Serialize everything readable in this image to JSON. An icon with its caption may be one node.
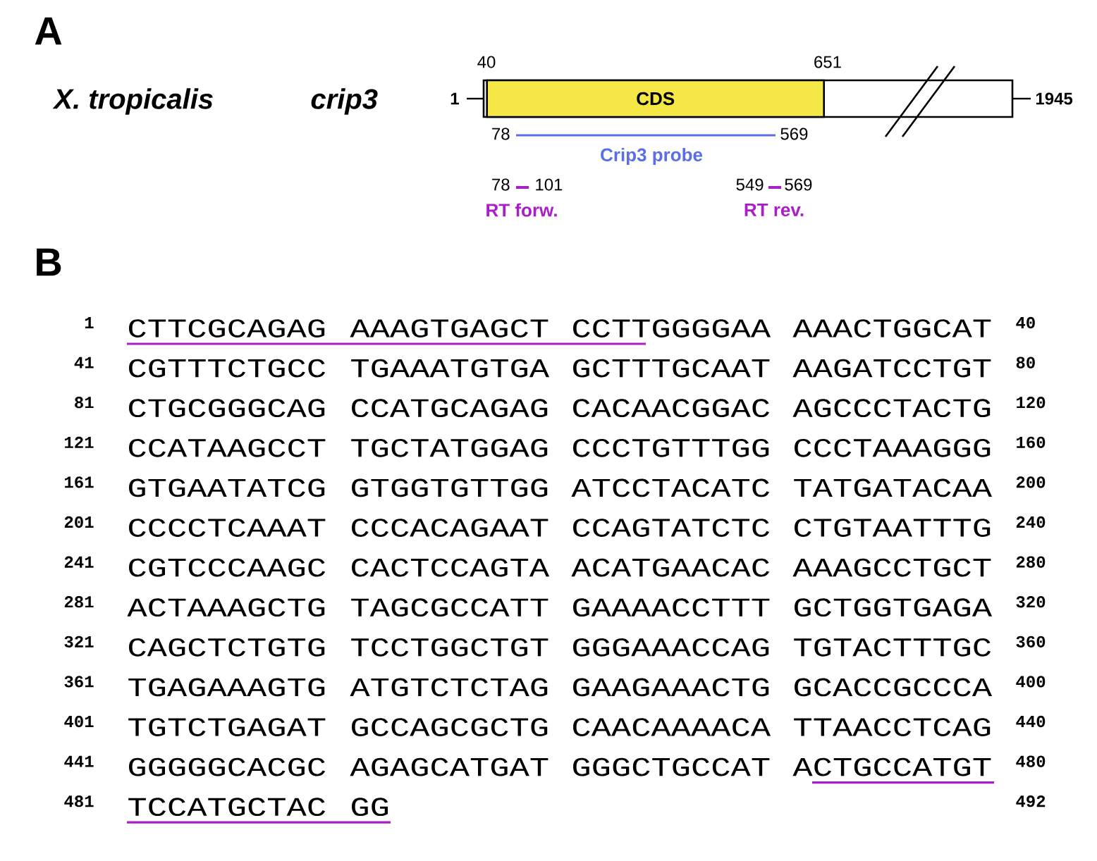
{
  "diagram": {
    "nodes": [
      {
        "text": [],
        "shape": "box"
      },
      {
        "text": [
          "CDS"
        ],
        "in": 0
      }
    ],
    "labels": [
      "A",
      "X. tropicalis",
      "crip3",
      "1",
      "40",
      "651",
      "1945",
      "78",
      "569",
      "Crip3 probe",
      "78",
      "101",
      "549",
      "569",
      "RT forw.",
      "RT rev.",
      "B",
      "1",
      "CTTCGCAGAG",
      "AAAGTGAGCT",
      "CCTTGGGGAA",
      "AAACTGGCAT",
      "40",
      "41",
      "CGTTTCTGCC",
      "TGAAATGTGA",
      "GCTTTGCAAT",
      "AAGATCCTGT",
      "80",
      "81",
      "CTGCGGGCAG",
      "CCATGCAGAG",
      "CACAACGGAC",
      "AGCCCTACTG",
      "120",
      "121",
      "CCATAAGCCT",
      "TGCTATGGAG",
      "CCCTGTTTGG",
      "CCCTAAAGGG",
      "160",
      "161",
      "GTGAATATCG",
      "GTGGTGTTGG",
      "ATCCTACATC",
      "TATGATACAA",
      "200",
      "201",
      "CCCCTCAAAT",
      "CCCACAGAAT",
      "CCAGTATCTC",
      "CTGTAATTTG",
      "240",
      "241",
      "CGTCCCAAGC",
      "CACTCCAGTA",
      "ACATGAACAC",
      "AAAGCCTGCT",
      "280",
      "281",
      "ACTAAAGCTG",
      "TAGCGCCATT",
      "GAAAACCTTT",
      "GCTGGTGAGA",
      "320",
      "321",
      "CAGCTCTGTG",
      "TCCTGGCTGT",
      "GGGAAACCAG",
      "TGTACTTTGC",
      "360",
      "361",
      "TGAGAAAGTG",
      "ATGTCTCTAG",
      "GAAGAAACTG",
      "GCACCGCCCA",
      "400",
      "401",
      "TGTCTGAGAT",
      "GCCAGCGCTG",
      "CAACAAAACA",
      "TTAACCTCAG",
      "440",
      "441",
      "GGGGGCACGC",
      "AGAGCATGAT",
      "GGGCTGCCAT",
      "ACTGCCATGT",
      "480",
      "481",
      "TCCATGCTAC",
      "GG",
      "492"
    ]
  }
}
